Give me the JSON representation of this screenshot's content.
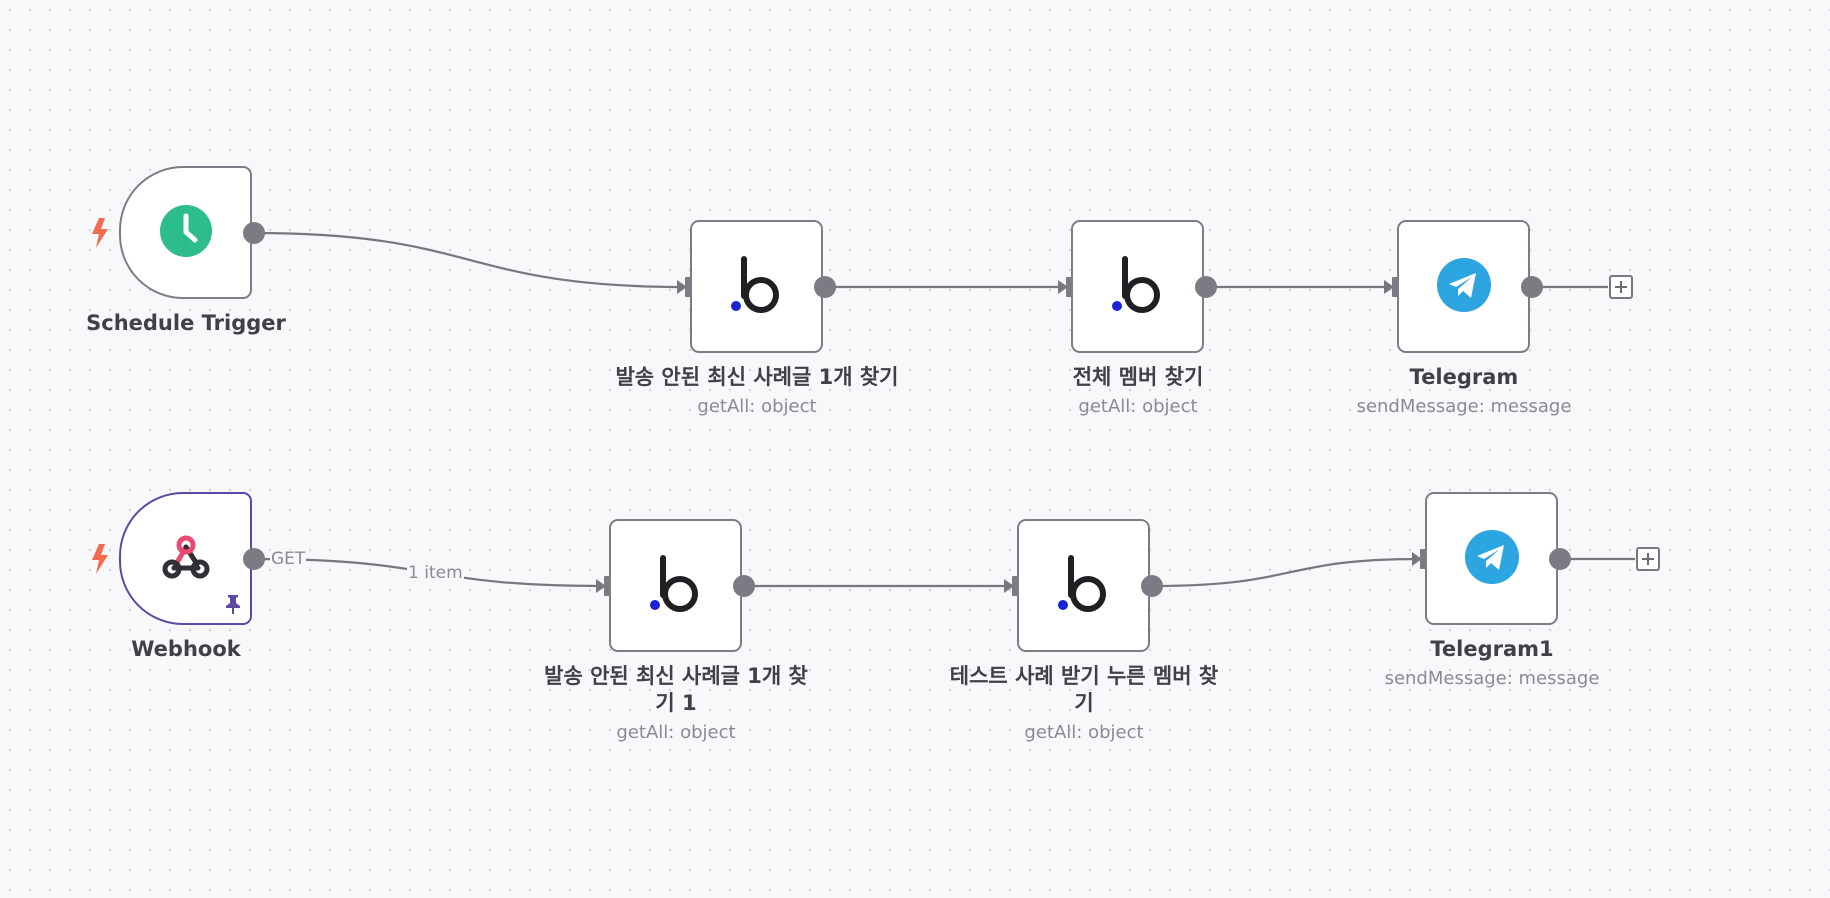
{
  "canvas": {
    "nodes": {
      "schedule_trigger": {
        "title": "Schedule Trigger",
        "icon": "clock-icon",
        "color": "#2cbc8e"
      },
      "baserow_find_latest": {
        "title": "발송 안된 최신 사례글 1개 찾기",
        "subtitle": "getAll: object",
        "icon": "baserow-icon"
      },
      "baserow_all_members": {
        "title": "전체 멤버 찾기",
        "subtitle": "getAll: object",
        "icon": "baserow-icon"
      },
      "telegram": {
        "title": "Telegram",
        "subtitle": "sendMessage: message",
        "icon": "telegram-icon",
        "color": "#2ca5e0"
      },
      "webhook": {
        "title": "Webhook",
        "icon": "webhook-icon",
        "pinned": true
      },
      "baserow_find_latest_1": {
        "title": "발송 안된 최신 사례글 1개 찾기 1",
        "subtitle": "getAll: object",
        "icon": "baserow-icon"
      },
      "baserow_test_members": {
        "title": "테스트 사례 받기 누른 멤버 찾기",
        "subtitle": "getAll: object",
        "icon": "baserow-icon"
      },
      "telegram1": {
        "title": "Telegram1",
        "subtitle": "sendMessage: message",
        "icon": "telegram-icon",
        "color": "#2ca5e0"
      }
    },
    "edge_labels": {
      "webhook_method": "GET",
      "webhook_items": "1 item"
    },
    "colors": {
      "trigger_bolt": "#f46a4e",
      "selected_border": "#5d49a3",
      "baserow_dot": "#1a22d6"
    }
  }
}
